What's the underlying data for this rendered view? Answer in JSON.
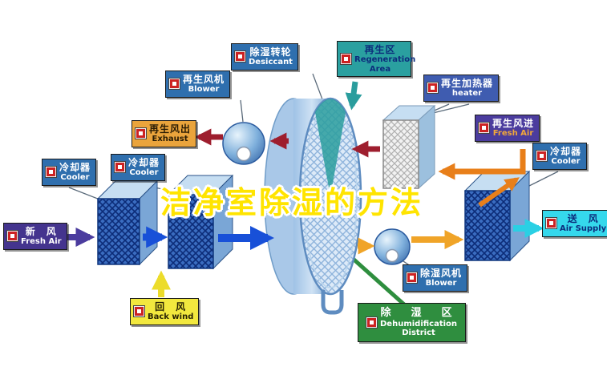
{
  "title": "洁净室除湿的方法",
  "labels": {
    "desiccant": {
      "zh": "除湿转轮",
      "en": "Desiccant"
    },
    "regeneration_area": {
      "zh": "再生区",
      "en": "Regeneration Area"
    },
    "regen_blower": {
      "zh": "再生风机",
      "en": "Blower"
    },
    "regen_heater": {
      "zh": "再生加热器",
      "en": "heater"
    },
    "regen_exhaust": {
      "zh": "再生风出",
      "en": "Exhaust"
    },
    "regen_inlet": {
      "zh": "再生风进",
      "en": "Fresh Air"
    },
    "cooler_left": {
      "zh": "冷却器",
      "en": "Cooler"
    },
    "cooler_mid": {
      "zh": "冷却器",
      "en": "Cooler"
    },
    "cooler_right": {
      "zh": "冷却器",
      "en": "Cooler"
    },
    "fresh_air": {
      "zh": "新　风",
      "en": "Fresh Air"
    },
    "air_supply": {
      "zh": "送　风",
      "en": "Air Supply"
    },
    "back_wind": {
      "zh": "回　风",
      "en": "Back wind"
    },
    "dehumid_blower": {
      "zh": "除湿风机",
      "en": "Blower"
    },
    "dehumid_district": {
      "zh": "除　湿　区",
      "en_line1": "Dehumidification",
      "en_line2": "District"
    }
  },
  "colors": {
    "label_blue": "#2f6fae",
    "label_teal": "#2aa0a0",
    "label_heater_blue": "#3f5cb0",
    "label_orange": "#eaa43c",
    "label_purple": "#44348e",
    "label_regen_inlet_purple": "#4b3c9e",
    "label_cyan": "#35d8ec",
    "label_yellow": "#f2e83e",
    "label_green": "#2f8e3f",
    "title_yellow": "#ffe400",
    "arrow_blue": "#1850d8",
    "arrow_dark_red": "#9e1e2e",
    "arrow_orange": "#e87f1a",
    "arrow_amber": "#f0a428",
    "arrow_cyan": "#2ad0e4",
    "arrow_teal": "#2a9d9d",
    "arrow_purple": "#4b3c9e",
    "arrow_yellow": "#ecdc2a",
    "dehumid_green": "#2e8e3e"
  }
}
